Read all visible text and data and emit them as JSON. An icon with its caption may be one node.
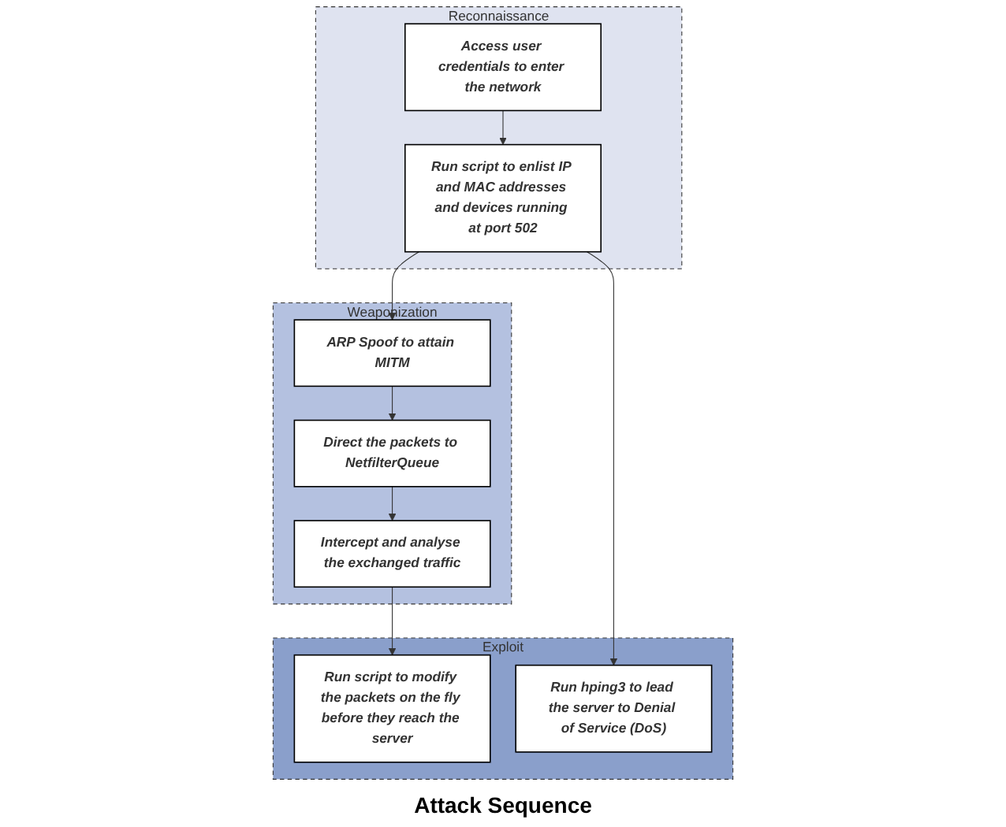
{
  "diagram": {
    "caption": "Attack Sequence",
    "nodes": [
      {
        "text": [
          "Reconnaissance"
        ]
      },
      {
        "text": [
          "Access user credentials to enter the network"
        ],
        "in": 0
      },
      {
        "text": [
          "Run script to enlist IP and MAC addresses and devices running at port 502"
        ],
        "in": 0
      },
      {
        "text": [
          "Weaponization"
        ]
      },
      {
        "text": [
          "Intercept and analyse the exchanged traffic"
        ],
        "in": 3
      },
      {
        "text": [
          "Direct the packets to NetfilterQueue"
        ],
        "in": 3
      },
      {
        "text": [
          "ARP Spoof to attain MITM"
        ],
        "in": 3
      },
      {
        "text": [
          "Exploit"
        ]
      },
      {
        "text": [
          "Run script to modify the packets on the fly before they reach the server"
        ],
        "in": 7
      },
      {
        "text": [
          "Run hping3 to lead the server to Denial of Service (DoS)"
        ],
        "in": 7
      }
    ],
    "edges": [
      {
        "from": 1,
        "to": 2,
        "arrow": "to"
      },
      {
        "from": 2,
        "to": 6,
        "arrow": "to"
      },
      {
        "from": 2,
        "to": 9,
        "arrow": "to"
      },
      {
        "from": 6,
        "to": 5,
        "arrow": "to"
      },
      {
        "from": 5,
        "to": 4,
        "arrow": "to"
      },
      {
        "from": 4,
        "to": 8,
        "arrow": "to"
      }
    ]
  }
}
